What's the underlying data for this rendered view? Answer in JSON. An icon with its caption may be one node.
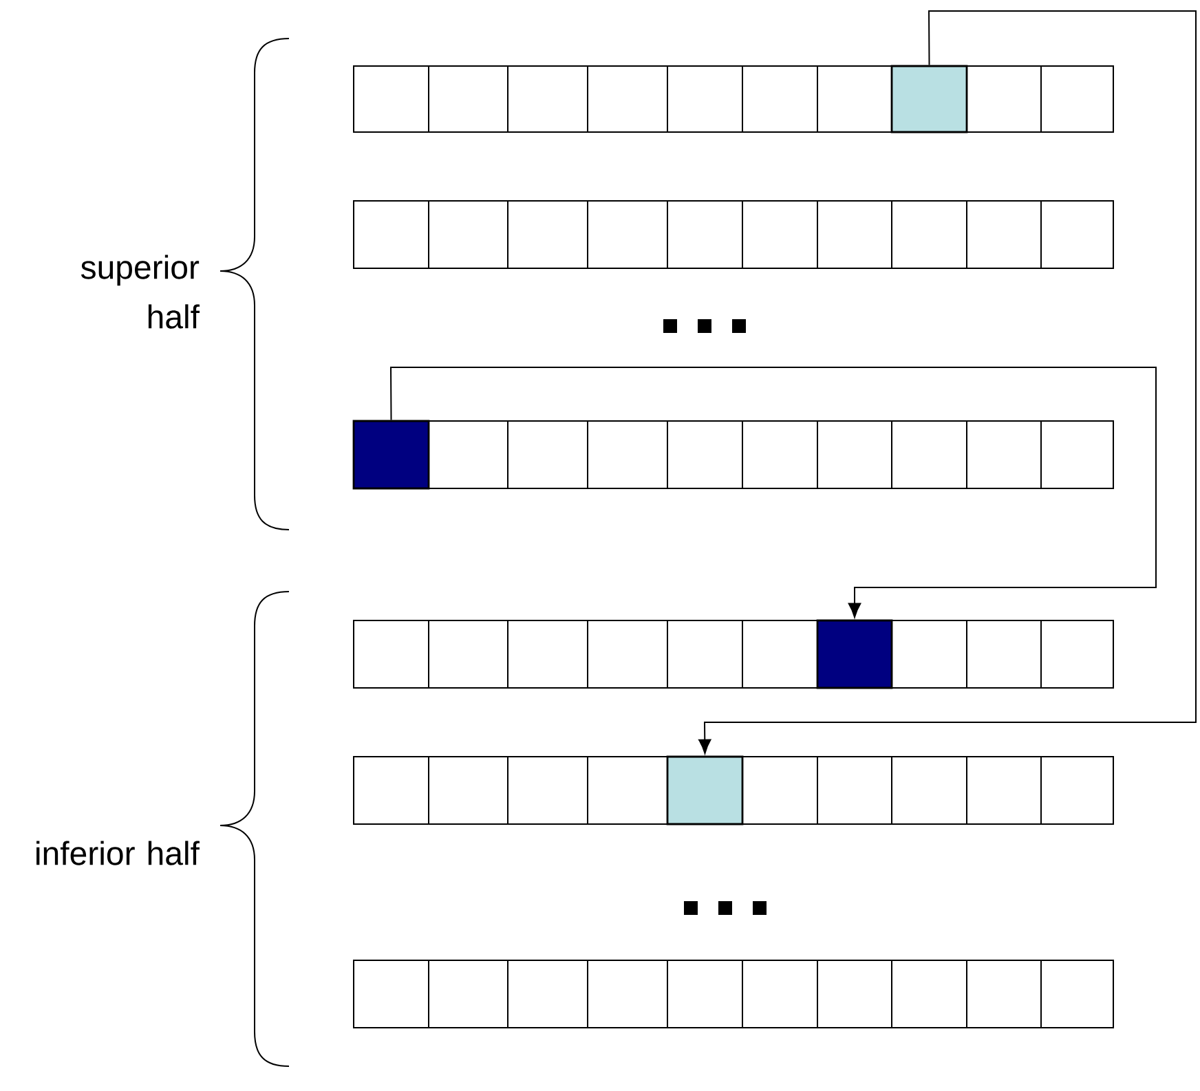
{
  "diagram": {
    "nodes": [
      {
        "text": [],
        "shape": "box"
      },
      {
        "text": [],
        "shape": "box"
      },
      {
        "text": [],
        "shape": "box"
      },
      {
        "text": [],
        "shape": "box"
      }
    ],
    "edges": [
      {
        "from": 0,
        "to": 3,
        "arrow": "to"
      },
      {
        "from": 1,
        "to": 2,
        "arrow": "to"
      }
    ],
    "labels": [
      "superior half",
      "inferior half"
    ]
  }
}
